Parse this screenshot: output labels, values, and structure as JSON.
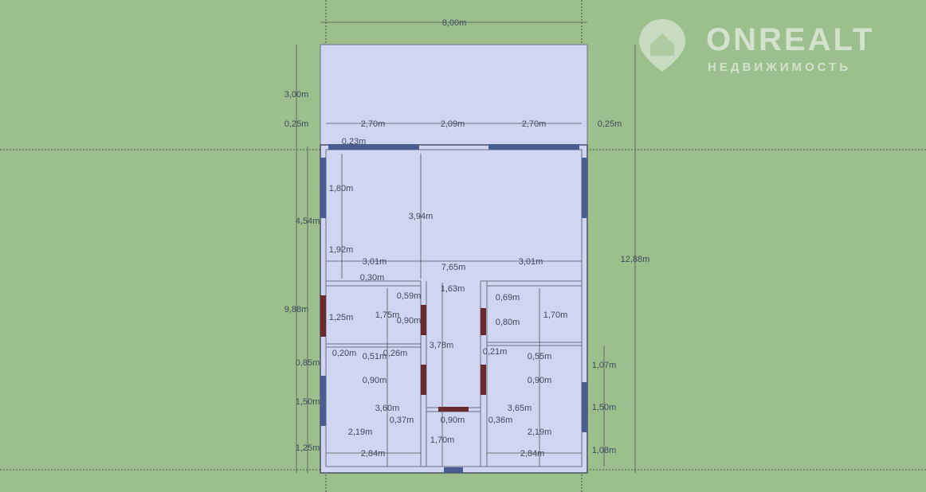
{
  "logo": {
    "name": "ONREALT",
    "subtitle": "НЕДВИЖИМОСТЬ"
  },
  "dimensions": [
    "8,00m",
    "3,00m",
    "0,25m",
    "2,70m",
    "2,09m",
    "2,70m",
    "0,25m",
    "0,23m",
    "1,80m",
    "3,94m",
    "4,54m",
    "12,88m",
    "1,92m",
    "3,01m",
    "7,65m",
    "3,01m",
    "0,30m",
    "1,63m",
    "0,59m",
    "0,69m",
    "9,88m",
    "1,75m",
    "1,25m",
    "0,90m",
    "0,80m",
    "1,70m",
    "3,78m",
    "0,20m",
    "0,51m",
    "0,26m",
    "0,21m",
    "0,55m",
    "0,85m",
    "1,07m",
    "0,90m",
    "0,90m",
    "1,50m",
    "3,60m",
    "3,65m",
    "1,50m",
    "0,37m",
    "0,90m",
    "0,36m",
    "2,19m",
    "2,19m",
    "1,70m",
    "1,25m",
    "1,08m",
    "2,84m",
    "2,84m"
  ],
  "colors": {
    "background": "#9cbf8e",
    "floor": "#d0d5f1",
    "window": "#4a5d90",
    "door": "#6a2a2c"
  }
}
